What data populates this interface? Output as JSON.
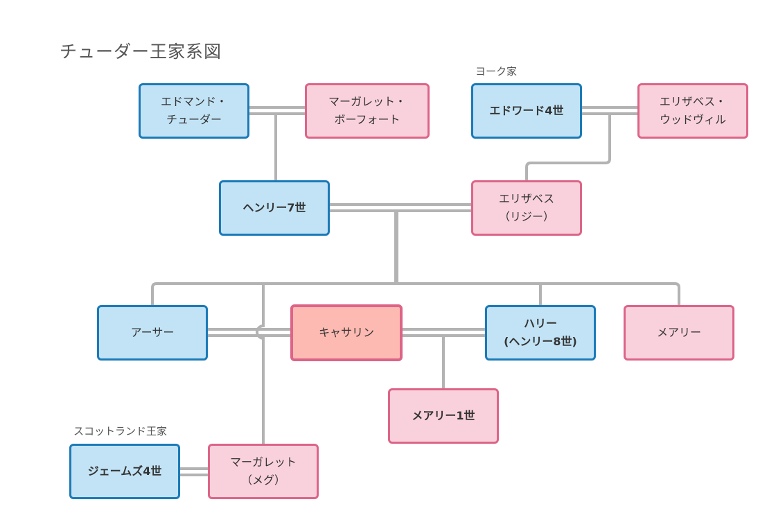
{
  "title": "チューダー王家系図",
  "group_labels": {
    "york": "ヨーク家",
    "scotland": "スコットランド王家"
  },
  "colors": {
    "male_fill": "#c2e3f5",
    "male_border": "#1b7ab8",
    "female_fill": "#f9d1dc",
    "female_border": "#dd6488",
    "focus_fill": "#fdbab2",
    "line": "#b3b3b3"
  },
  "people": {
    "edmund": {
      "name": "エドマンド・\nチューダー",
      "gender": "male",
      "bold": false
    },
    "margaret_beaufort": {
      "name": "マーガレット・\nボーフォート",
      "gender": "female",
      "bold": false
    },
    "edward4": {
      "name": "エドワード4世",
      "gender": "male",
      "bold": true
    },
    "elizabeth_woodville": {
      "name": "エリザベス・\nウッドヴィル",
      "gender": "female",
      "bold": false
    },
    "henry7": {
      "name": "ヘンリー7世",
      "gender": "male",
      "bold": true
    },
    "elizabeth_york": {
      "name": "エリザベス\n（リジー）",
      "gender": "female",
      "bold": false
    },
    "arthur": {
      "name": "アーサー",
      "gender": "male",
      "bold": false
    },
    "catherine": {
      "name": "キャサリン",
      "gender": "female",
      "bold": false,
      "highlighted": true
    },
    "harry": {
      "name": "ハリー\n(ヘンリー8世)",
      "gender": "male",
      "bold": true
    },
    "mary": {
      "name": "メアリー",
      "gender": "female",
      "bold": false
    },
    "mary1": {
      "name": "メアリー1世",
      "gender": "female",
      "bold": true
    },
    "james4": {
      "name": "ジェームズ4世",
      "gender": "male",
      "bold": true
    },
    "margaret_meg": {
      "name": "マーガレット\n（メグ）",
      "gender": "female",
      "bold": false
    }
  },
  "marriages": [
    [
      "edmund",
      "margaret_beaufort"
    ],
    [
      "edward4",
      "elizabeth_woodville"
    ],
    [
      "henry7",
      "elizabeth_york"
    ],
    [
      "arthur",
      "catherine"
    ],
    [
      "catherine",
      "harry"
    ],
    [
      "james4",
      "margaret_meg"
    ]
  ],
  "descents": [
    {
      "parents": [
        "edmund",
        "margaret_beaufort"
      ],
      "children": [
        "henry7"
      ]
    },
    {
      "parents": [
        "edward4",
        "elizabeth_woodville"
      ],
      "children": [
        "elizabeth_york"
      ]
    },
    {
      "parents": [
        "henry7",
        "elizabeth_york"
      ],
      "children": [
        "arthur",
        "margaret_meg",
        "harry",
        "mary"
      ]
    },
    {
      "parents": [
        "catherine",
        "harry"
      ],
      "children": [
        "mary1"
      ]
    }
  ]
}
